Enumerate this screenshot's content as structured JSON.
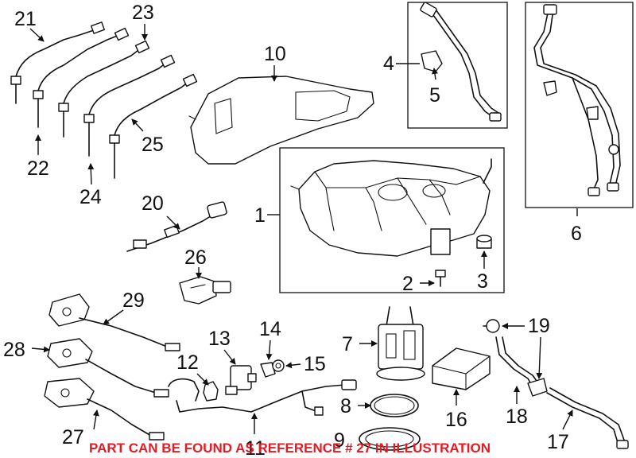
{
  "callouts": {
    "c1": "1",
    "c2": "2",
    "c3": "3",
    "c4": "4",
    "c5": "5",
    "c6": "6",
    "c7": "7",
    "c8": "8",
    "c9": "9",
    "c10": "10",
    "c11": "11",
    "c12": "12",
    "c13": "13",
    "c14": "14",
    "c15": "15",
    "c16": "16",
    "c17": "17",
    "c18": "18",
    "c19": "19",
    "c20": "20",
    "c21": "21",
    "c22": "22",
    "c23": "23",
    "c24": "24",
    "c25": "25",
    "c26": "26",
    "c27": "27",
    "c28": "28",
    "c29": "29"
  },
  "note": "PART CAN BE FOUND AS REFERENCE # 27 IN ILLUSTRATION",
  "colors": {
    "note": "#e31b23",
    "line": "#111111"
  }
}
